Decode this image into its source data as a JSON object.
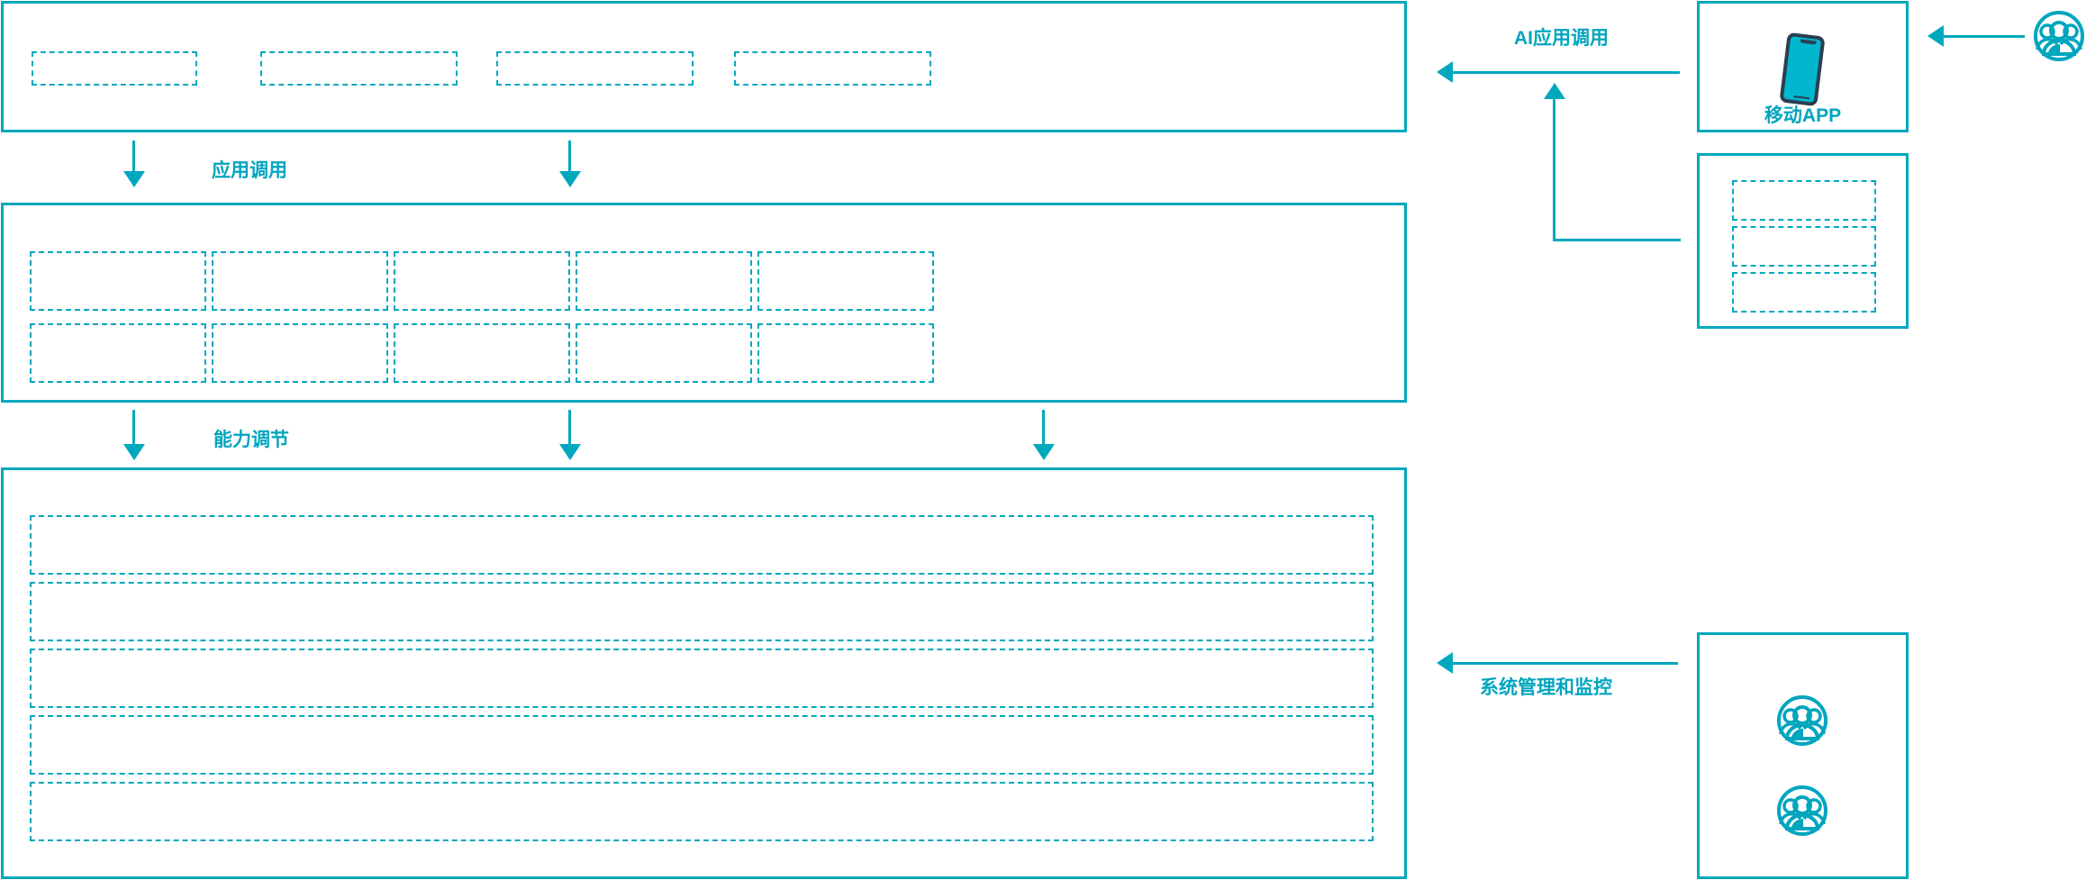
{
  "theme": {
    "accent": "#00A8BE",
    "text_accent": "#00A5BE",
    "phone_frame": "#2C3E50",
    "phone_screen": "#00B7CE",
    "background": "#FFFFFF"
  },
  "diagram": {
    "title": "",
    "flow_labels": {
      "app_invoke": "应用调用",
      "capability_adjust": "能力调节",
      "ai_app_invoke": "AI应用调用",
      "system_manage_monitor": "系统管理和监控"
    },
    "layers": [
      {
        "id": "application-layer",
        "name": "",
        "slots": [
          "",
          "",
          "",
          ""
        ]
      },
      {
        "id": "capability-layer",
        "name": "",
        "columns": [
          {
            "top": "",
            "bottom": ""
          },
          {
            "top": "",
            "bottom": ""
          },
          {
            "top": "",
            "bottom": ""
          },
          {
            "top": "",
            "bottom": ""
          },
          {
            "top": "",
            "bottom": ""
          }
        ]
      },
      {
        "id": "infrastructure-layer",
        "name": "",
        "rows": [
          "",
          "",
          "",
          "",
          ""
        ]
      }
    ],
    "right_panels": [
      {
        "id": "mobile-app-panel",
        "caption": "移动APP",
        "icon": "smartphone-icon"
      },
      {
        "id": "channel-panel",
        "caption": "",
        "slots": [
          "",
          "",
          ""
        ]
      },
      {
        "id": "operations-panel",
        "caption": "",
        "icons": [
          "people-group-icon",
          "people-group-icon"
        ]
      }
    ],
    "actors": [
      {
        "id": "external-user",
        "icon": "people-group-icon",
        "label": ""
      }
    ]
  }
}
